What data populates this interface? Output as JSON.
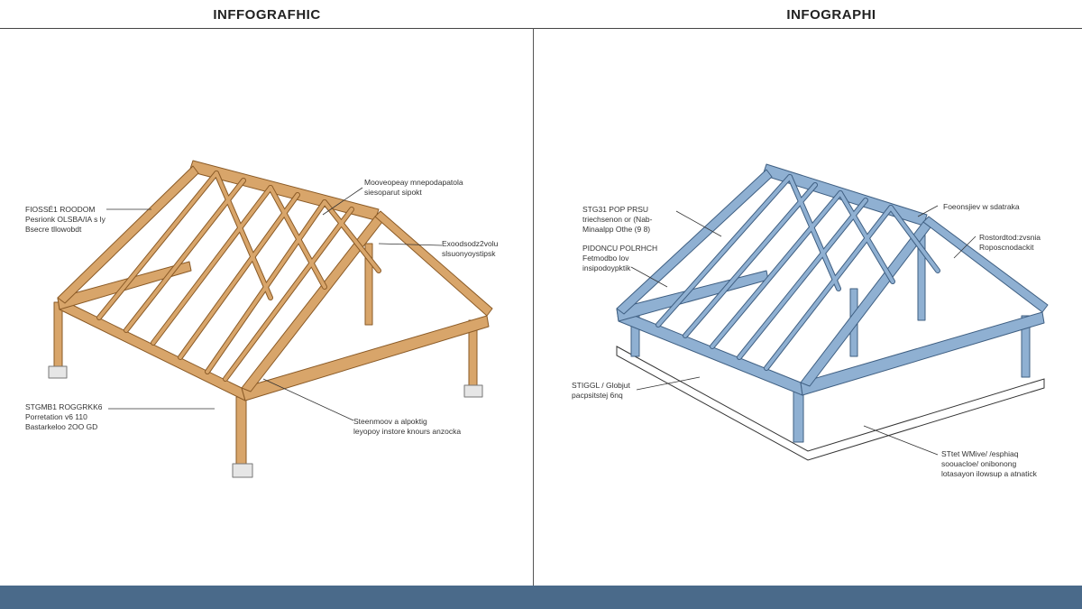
{
  "titles": {
    "left": "INFFOGRAFHIC",
    "right": "INFOGRAPHI"
  },
  "colors": {
    "wood": "#d8a56a",
    "wood_edge": "#8a5a26",
    "steel": "#8fb0d2",
    "steel_edge": "#3f5f82",
    "footer": "#4a6a8a"
  },
  "left_labels": {
    "top_left": [
      "FIOSSÉ1 ROODOM",
      "Pesrionk OLSBA/IA s ly",
      "Bsecre tllowobdt"
    ],
    "top_center": [
      "Mooveopeay mnepodapatola",
      "siesoparut sipokt"
    ],
    "mid_right": [
      "Exoodsodz2volu",
      "slsuonyoystipsk"
    ],
    "bottom_left": [
      "STGMB1 ROGGRKK6",
      "Porretation v6 110",
      "Bastarkeloo 2OO GD"
    ],
    "bottom_center": [
      "Steenmoov a alpoktig",
      "leyopoy instore knours anzocka"
    ]
  },
  "right_labels": {
    "top_left_a": [
      "STG31 POP PRSU",
      "triechsenon or (Nab-",
      "Minaalpp Othe (9 8)"
    ],
    "top_left_b": [
      "PIDONCU POLRHCH",
      "Fetmodbo lov",
      "insipodoypktik"
    ],
    "top_right": [
      "Foeonsjiev w sdatraka"
    ],
    "mid_right": [
      "Rostordtod:zvsnia",
      "Roposcnodackit"
    ],
    "mid_left": [
      "STIGGL / Globjut",
      "pacpsitstej 6nq"
    ],
    "bottom_right": [
      "STtet WMive/ /esphiaq",
      "soouacloe/ onibonong",
      "lotasayon ilowsup a atnatick"
    ]
  }
}
